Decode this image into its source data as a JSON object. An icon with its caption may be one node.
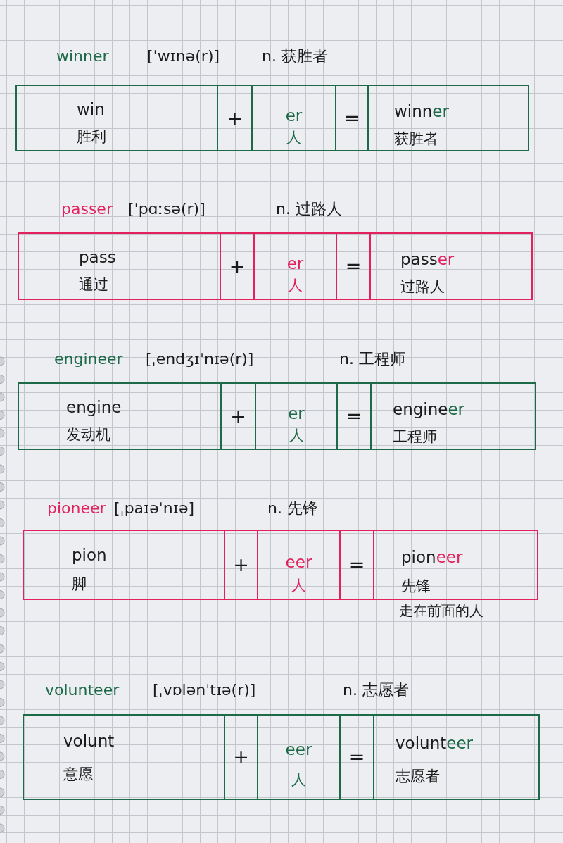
{
  "diagram": {
    "nodes": [
      {
        "text": [
          "winner",
          "[ˈwɪnə(r)]",
          "n. 获胜者"
        ]
      },
      {
        "text": [
          "win",
          "胜利"
        ],
        "in": 0
      },
      {
        "text": [
          "+"
        ],
        "in": 0
      },
      {
        "text": [
          "er",
          "人"
        ],
        "in": 0
      },
      {
        "text": [
          "="
        ],
        "in": 0
      },
      {
        "text": [
          "winner",
          "获胜者"
        ],
        "in": 0
      },
      {
        "text": [
          "passer",
          "[ˈpɑːsə(r)]",
          "n. 过路人"
        ]
      },
      {
        "text": [
          "pass",
          "通过"
        ],
        "in": 6
      },
      {
        "text": [
          "+"
        ],
        "in": 6
      },
      {
        "text": [
          "er",
          "人"
        ],
        "in": 6
      },
      {
        "text": [
          "="
        ],
        "in": 6
      },
      {
        "text": [
          "passer",
          "过路人"
        ],
        "in": 6
      },
      {
        "text": [
          "engineer",
          "[ˌendʒɪˈnɪə(r)]",
          "n. 工程师"
        ]
      },
      {
        "text": [
          "engine",
          "发动机"
        ],
        "in": 12
      },
      {
        "text": [
          "+"
        ],
        "in": 12
      },
      {
        "text": [
          "er",
          "人"
        ],
        "in": 12
      },
      {
        "text": [
          "="
        ],
        "in": 12
      },
      {
        "text": [
          "engineer",
          "工程师"
        ],
        "in": 12
      },
      {
        "text": [
          "pioneer",
          "[ˌpaɪəˈnɪə]",
          "n. 先锋"
        ]
      },
      {
        "text": [
          "pion",
          "脚"
        ],
        "in": 18
      },
      {
        "text": [
          "+"
        ],
        "in": 18
      },
      {
        "text": [
          "eer",
          "人"
        ],
        "in": 18
      },
      {
        "text": [
          "="
        ],
        "in": 18
      },
      {
        "text": [
          "pioneer",
          "先锋"
        ],
        "in": 18,
        "beside": [
          "走在前面的人"
        ]
      },
      {
        "text": [
          "volunteer",
          "[ˌvɒlənˈtɪə(r)]",
          "n. 志愿者"
        ]
      },
      {
        "text": [
          "volunt",
          "意愿"
        ],
        "in": 24
      },
      {
        "text": [
          "+"
        ],
        "in": 24
      },
      {
        "text": [
          "eer",
          "人"
        ],
        "in": 24
      },
      {
        "text": [
          "="
        ],
        "in": 24
      },
      {
        "text": [
          "volunteer",
          "志愿者"
        ],
        "in": 24
      }
    ]
  }
}
